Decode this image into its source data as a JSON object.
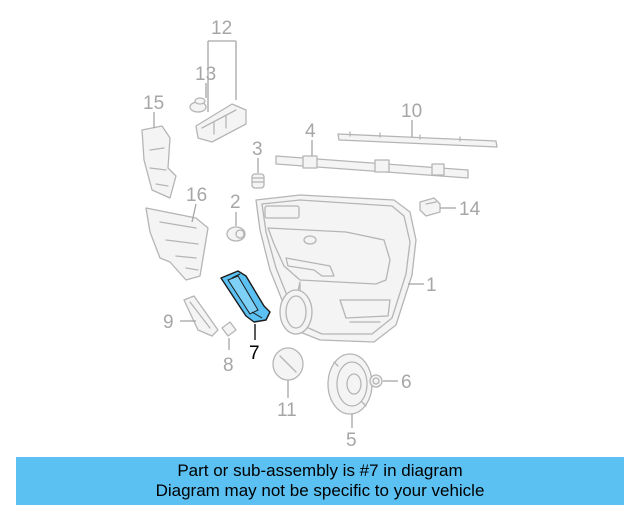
{
  "diagram": {
    "highlight_color": "#5bc0f2",
    "callouts": [
      {
        "id": "1",
        "label": "1"
      },
      {
        "id": "2",
        "label": "2"
      },
      {
        "id": "3",
        "label": "3"
      },
      {
        "id": "4",
        "label": "4"
      },
      {
        "id": "5",
        "label": "5"
      },
      {
        "id": "6",
        "label": "6"
      },
      {
        "id": "7",
        "label": "7",
        "highlighted": true
      },
      {
        "id": "8",
        "label": "8"
      },
      {
        "id": "9",
        "label": "9"
      },
      {
        "id": "10",
        "label": "10"
      },
      {
        "id": "11",
        "label": "11"
      },
      {
        "id": "12",
        "label": "12"
      },
      {
        "id": "13",
        "label": "13"
      },
      {
        "id": "14",
        "label": "14"
      },
      {
        "id": "15",
        "label": "15"
      },
      {
        "id": "16",
        "label": "16"
      }
    ]
  },
  "caption": {
    "line1": "Part or sub-assembly is #7 in diagram",
    "line2": "Diagram may not be specific to your vehicle",
    "background": "#5bc0f2"
  }
}
